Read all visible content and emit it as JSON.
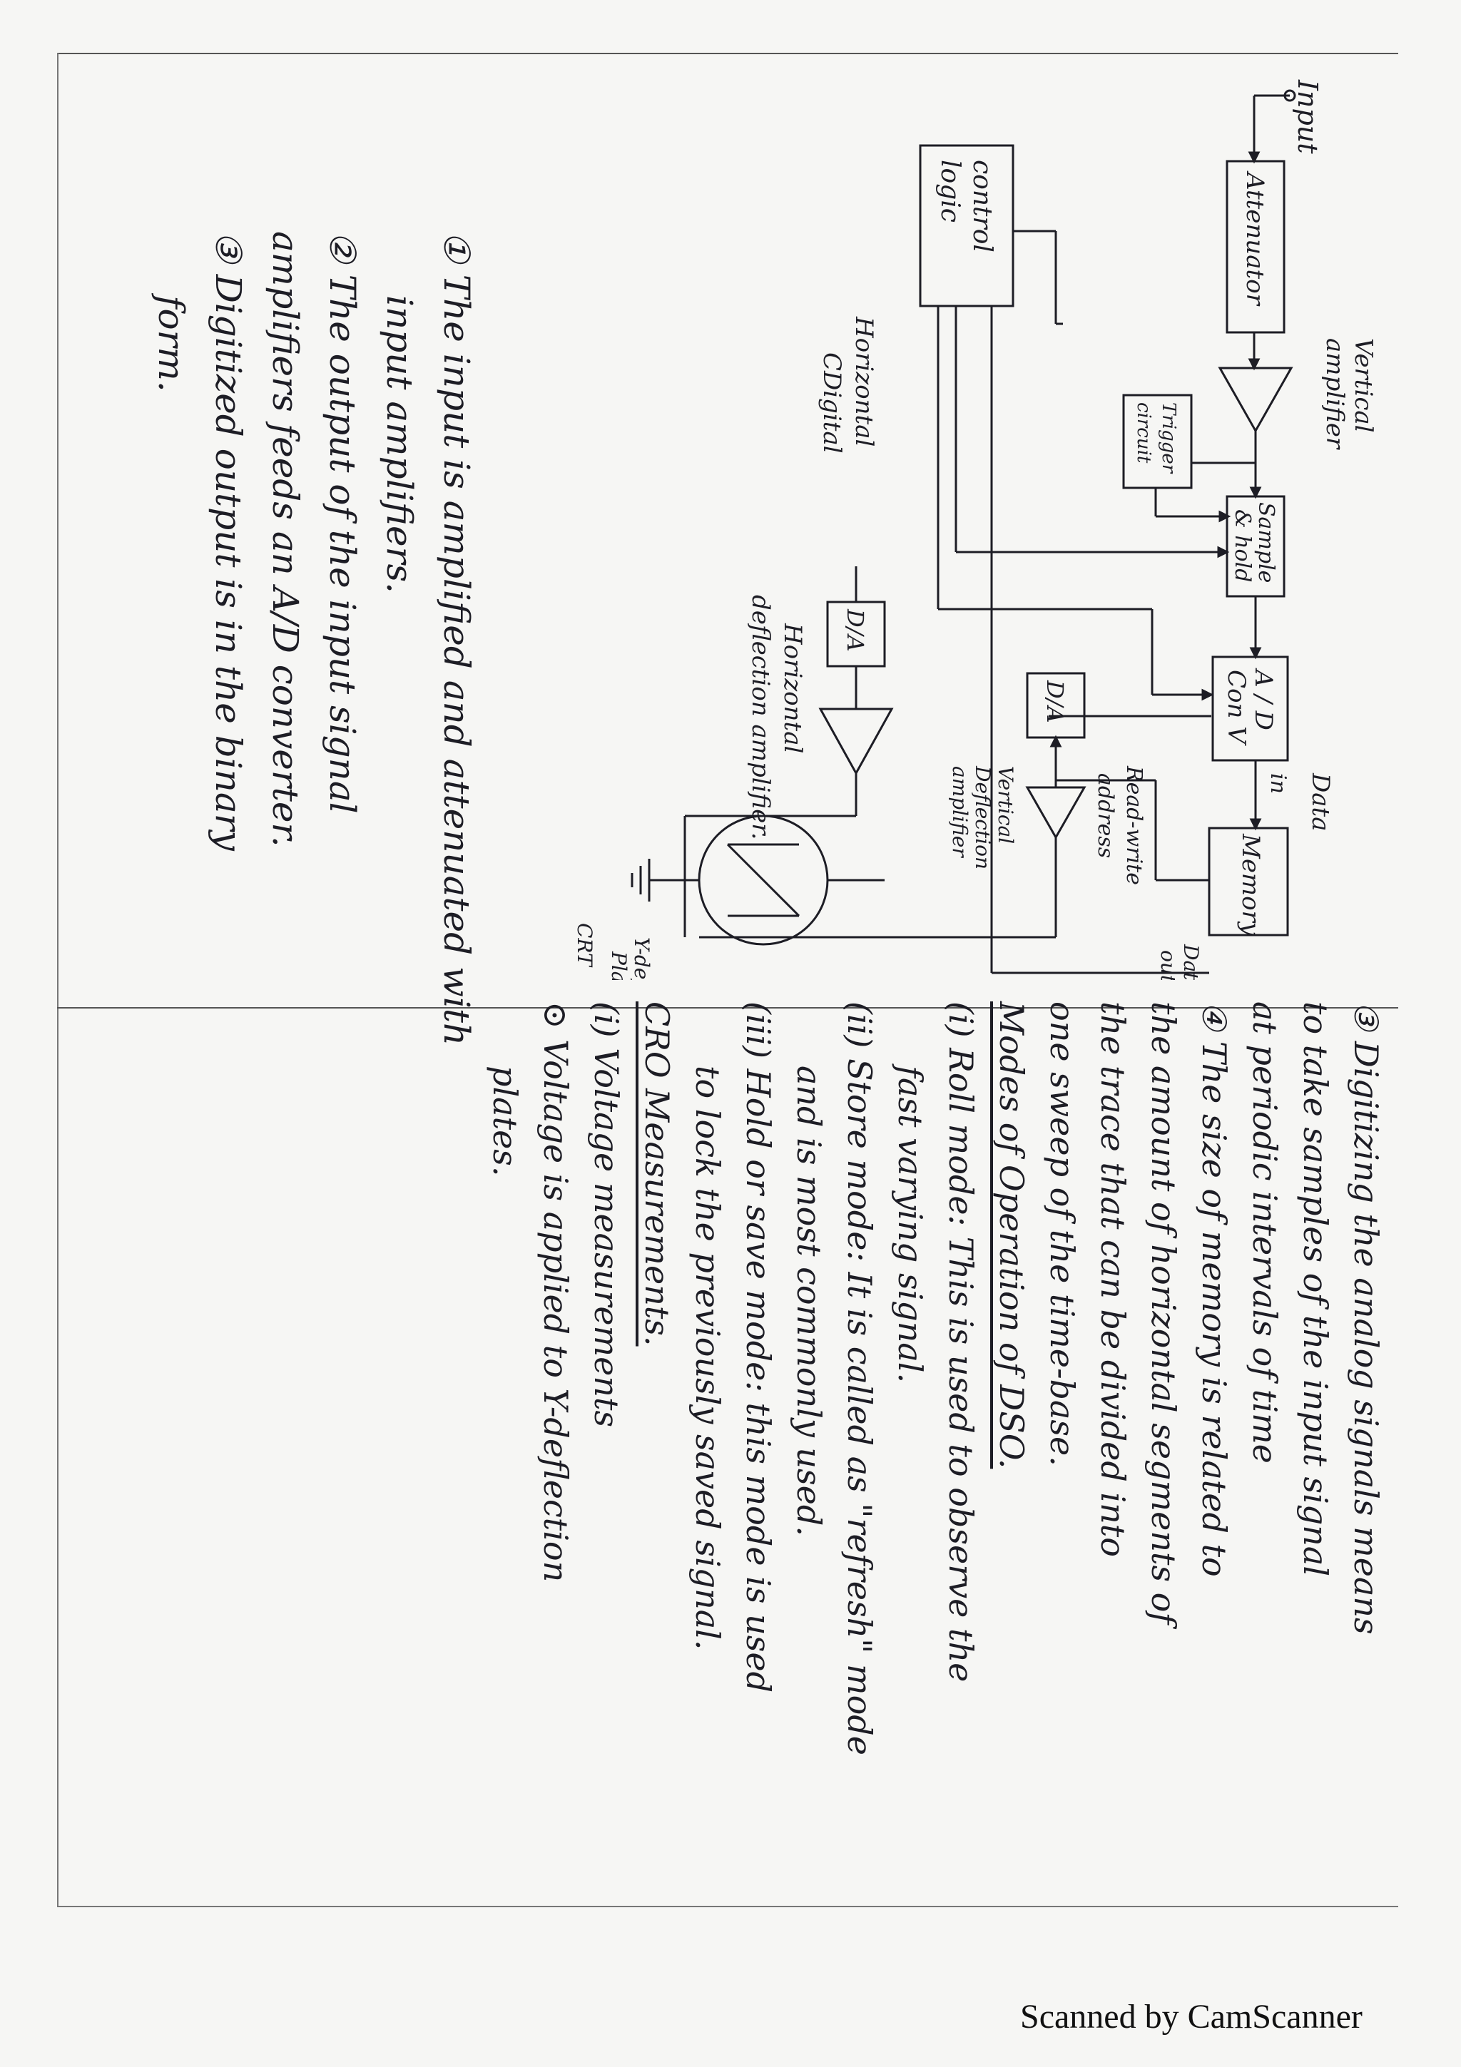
{
  "diagram": {
    "input_label": "Input",
    "attenuator": "Attenuator",
    "vertical_amplifier": [
      "Vertical",
      "amplifier"
    ],
    "trigger_circuit": [
      "Trigger",
      "circuit"
    ],
    "sample_hold": [
      "Sample",
      "& hold"
    ],
    "ad_conv": [
      "A / D",
      "Con V"
    ],
    "data_in": "Data",
    "in_label": "in",
    "memory": "Memory",
    "data_out": [
      "Data",
      "out"
    ],
    "control_logic": [
      "control",
      "logic"
    ],
    "read_write_address": [
      "Read-write",
      "address"
    ],
    "da_vertical": "D/A",
    "da_horizontal": "D/A",
    "vertical_deflection_amplifier": [
      "Vertical",
      "Deflection",
      "amplifier"
    ],
    "horizontal_digital": [
      "Horizontal",
      "CDigital"
    ],
    "horizontal_deflection_amplifier": [
      "Horizontal",
      "deflection amplifier."
    ],
    "y_deflection_plates": [
      "Y-deflection",
      "Plates"
    ],
    "crt": "CRT"
  },
  "notes_left": [
    "① The input is amplified and attenuated with",
    "input amplifiers.",
    "② The output of the input signal",
    "amplifiers feeds an A/D converter.",
    "③ Digitized output is in the binary",
    "form."
  ],
  "notes_right": {
    "intro": [
      "③ Digitizing the analog signals means",
      "to take samples of the input signal",
      "at periodic intervals of time",
      "④ The size of memory is related to",
      "the amount of horizontal segments of",
      "the trace that can be divided into",
      "one sweep of the time-base."
    ],
    "modes_heading": "Modes of Operation of DSO.",
    "modes": [
      "(i) Roll mode: This is used to observe the",
      "fast varying signal.",
      "(ii) Store mode: It is called as \"refresh\" mode",
      "and is most commonly used.",
      "(iii) Hold or save mode: this mode is used",
      "to lock the previously saved signal."
    ],
    "cro_heading": "CRO Measurements.",
    "cro": [
      "(i) Voltage measurements",
      "⊙ Voltage is applied to Y-deflection",
      "plates."
    ]
  },
  "footer": "Scanned by CamScanner"
}
